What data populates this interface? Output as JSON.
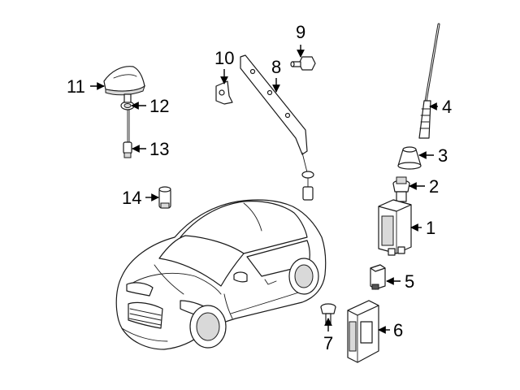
{
  "callouts": [
    {
      "id": "1",
      "label": "1"
    },
    {
      "id": "2",
      "label": "2"
    },
    {
      "id": "3",
      "label": "3"
    },
    {
      "id": "4",
      "label": "4"
    },
    {
      "id": "5",
      "label": "5"
    },
    {
      "id": "6",
      "label": "6"
    },
    {
      "id": "7",
      "label": "7"
    },
    {
      "id": "8",
      "label": "8"
    },
    {
      "id": "9",
      "label": "9"
    },
    {
      "id": "10",
      "label": "10"
    },
    {
      "id": "11",
      "label": "11"
    },
    {
      "id": "12",
      "label": "12"
    },
    {
      "id": "13",
      "label": "13"
    },
    {
      "id": "14",
      "label": "14"
    }
  ],
  "colors": {
    "line": "#1a1a1a",
    "background": "#ffffff",
    "shade": "#d9d9d9"
  }
}
